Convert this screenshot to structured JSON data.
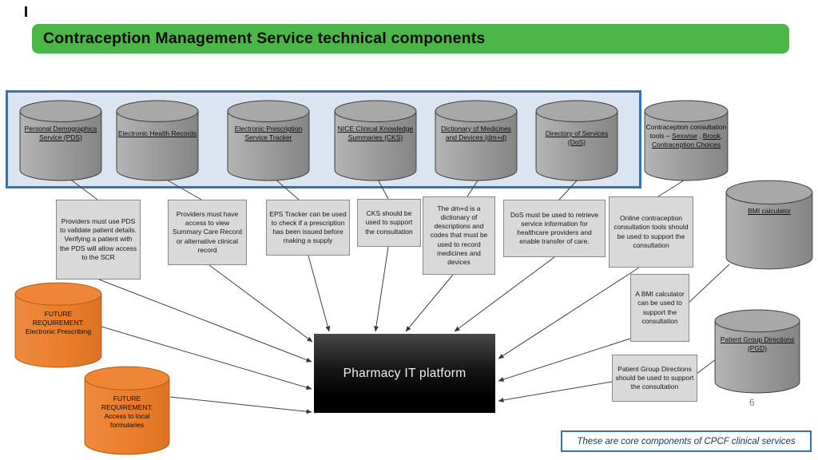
{
  "slide": {
    "title": "Contraception Management Service technical components",
    "page_number": "6",
    "footer_note": "These are core components of CPCF clinical services"
  },
  "colors": {
    "title_green": "#4cb648",
    "container_border_blue": "#2e75b6",
    "container_fill": "#dbe5f1",
    "cylinder_gray": "#9a9a9a",
    "cylinder_orange": "#ed7d31",
    "note_gray": "#d9d9d9",
    "platform_black": "#0d0d0d"
  },
  "core_sources": [
    {
      "label": "Personal Demographics Service (PDS)"
    },
    {
      "label": "Electronic Health Records"
    },
    {
      "label": "Electronic Prescription Service Tracker"
    },
    {
      "label": "NICE Clinical Knowledge Summaries (CKS)"
    },
    {
      "label": "Dictionary of Medicines and Devices (dm+d)"
    },
    {
      "label": "Directory of Services (DoS)"
    }
  ],
  "tools_cylinder": {
    "prefix": "Contraception consultation tools –",
    "link1": "Sexwise",
    "sep1": " , ",
    "link2": "Brook",
    "sep2": ", ",
    "link3": "Contraception Choices"
  },
  "bmi_cylinder": {
    "label": "BMI calculator"
  },
  "pgd_cylinder": {
    "label": "Patient Group Directions (PGD)"
  },
  "future_requirements": [
    {
      "label": "FUTURE REQUIREMENT: Electronic Prescribing"
    },
    {
      "label": "FUTURE REQUIREMENT: Access to local formularies"
    }
  ],
  "notes": [
    {
      "text": "Providers must use PDS to validate patient details. Verifying a patient with the PDS will allow access to the SCR"
    },
    {
      "text": "Providers must have access to view Summary Care Record or alternative clinical record"
    },
    {
      "text": "EPS Tracker can be used to check if a prescription has been issued before making a supply"
    },
    {
      "text": "CKS should be used to support the consultation"
    },
    {
      "text": "The dm+d is a dictionary of descriptions and codes that must be used to record medicines and devices"
    },
    {
      "text": "DoS must be used to retrieve service information for healthcare providers and enable transfer of care."
    },
    {
      "text": "Online contraception consultation tools should be used to support the consultation"
    },
    {
      "text": "A BMI calculator can be used to support the consultation"
    },
    {
      "text": "Patient Group Directions should be used to support the consultation"
    }
  ],
  "platform": {
    "label": "Pharmacy IT platform"
  }
}
